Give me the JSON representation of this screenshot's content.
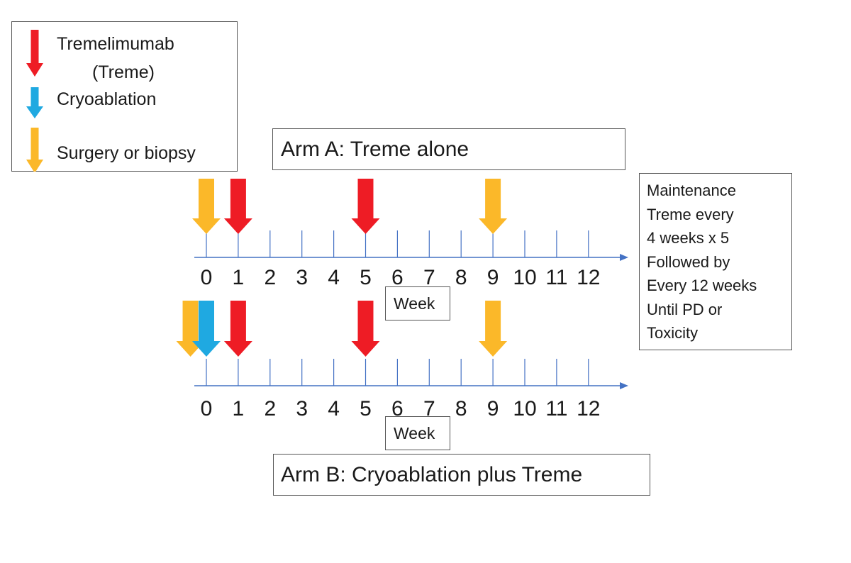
{
  "legend": {
    "items": [
      {
        "label_lines": [
          "Tremelimumab",
          "(Treme)"
        ],
        "color": "#ee1c25",
        "icon": "red-down-arrow"
      },
      {
        "label_lines": [
          "Cryoablation"
        ],
        "color": "#1fa9e1",
        "icon": "blue-down-arrow"
      },
      {
        "label_lines": [
          "Surgery or biopsy"
        ],
        "color": "#fbb829",
        "icon": "orange-down-arrow"
      }
    ]
  },
  "arm_a": {
    "title": "Arm A: Treme alone",
    "axis_label": "Week"
  },
  "arm_b": {
    "title": "Arm B: Cryoablation plus Treme",
    "axis_label": "Week"
  },
  "maintenance": {
    "lines": [
      "Maintenance",
      "Treme every",
      "4 weeks x 5",
      "Followed by",
      "Every 12 weeks",
      "Until PD or",
      "Toxicity"
    ]
  },
  "timeline": {
    "weeks": [
      "0",
      "1",
      "2",
      "3",
      "4",
      "5",
      "6",
      "7",
      "8",
      "9",
      "10",
      "11",
      "12"
    ],
    "axis_color": "#4472c4"
  },
  "events": {
    "arm_a": [
      {
        "week": 0,
        "type": "surgery",
        "color": "#fbb829"
      },
      {
        "week": 1,
        "type": "treme",
        "color": "#ee1c25"
      },
      {
        "week": 5,
        "type": "treme",
        "color": "#ee1c25"
      },
      {
        "week": 9,
        "type": "surgery",
        "color": "#fbb829"
      }
    ],
    "arm_b": [
      {
        "week": -0.5,
        "type": "surgery",
        "color": "#fbb829"
      },
      {
        "week": 0,
        "type": "cryoablation",
        "color": "#1fa9e1"
      },
      {
        "week": 1,
        "type": "treme",
        "color": "#ee1c25"
      },
      {
        "week": 5,
        "type": "treme",
        "color": "#ee1c25"
      },
      {
        "week": 9,
        "type": "surgery",
        "color": "#fbb829"
      }
    ]
  }
}
